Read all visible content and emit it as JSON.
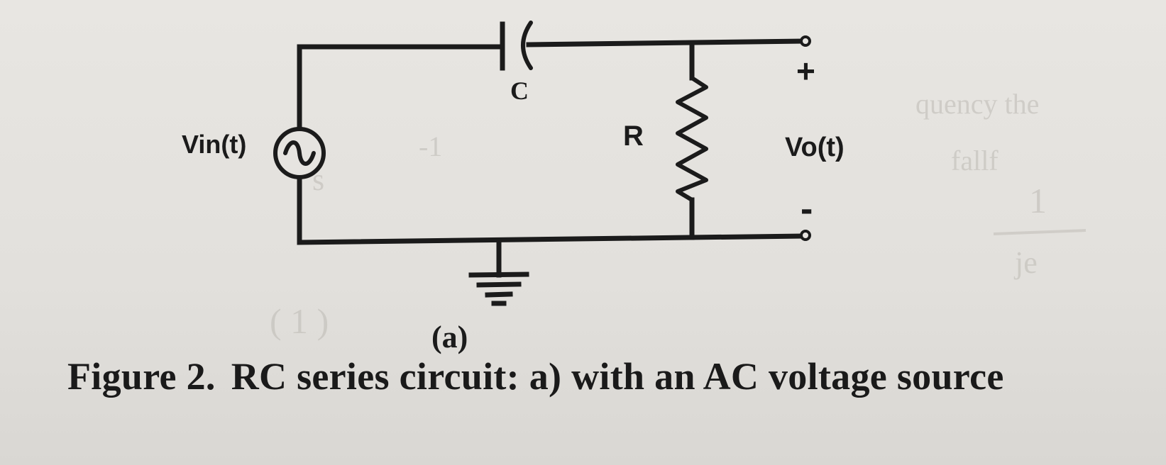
{
  "diagram": {
    "source_label": "Vin(t)",
    "capacitor_label": "C",
    "resistor_label": "R",
    "output_label": "Vo(t)",
    "plus_terminal": "+",
    "minus_terminal": "-",
    "subfigure_label": "(a)"
  },
  "caption": {
    "figure_number": "Figure 2.",
    "text": "RC series circuit: a) with an AC voltage source"
  },
  "colors": {
    "ink": "#1b1b1b",
    "paper": "#e4e2de"
  }
}
